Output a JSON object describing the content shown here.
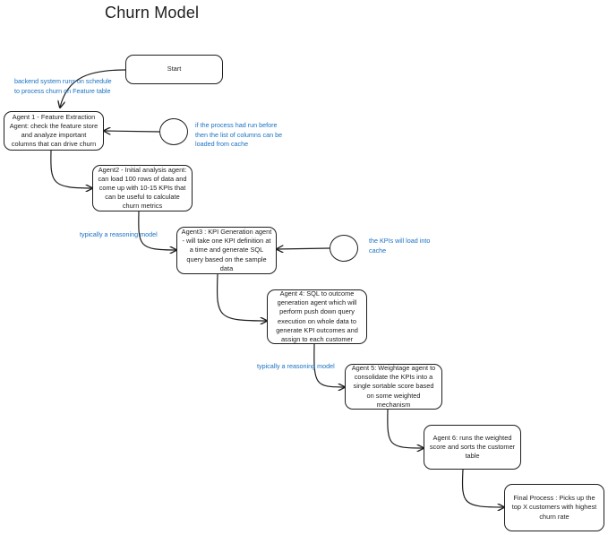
{
  "title": "Churn Model",
  "nodes": {
    "start": "Start",
    "agent1": "Agent 1 - Feature Extraction Agent: check the feature store and analyze important columns that can drive churn",
    "agent2": "Agent2 - Initial analysis agent: can load 100 rows of data and come up with 10-15 KPIs that can be useful to calculate churn metrics",
    "agent3": "Agent3 : KPI Generation agent - will take one KPI definition at a time and generate SQL query based on the sample data",
    "agent4": "Agent 4: SQL to outcome generation agent which will perform push down query execution on whole data to generate KPI outcomes and assign to each customer",
    "agent5": "Agent 5: Weightage agent to consolidate the KPIs into a single sortable score based on some weighted mechanism",
    "agent6": "Agent 6: runs the weighted score and sorts the customer table",
    "final": "Final Process : Picks up the top X customers with highest churn rate"
  },
  "notes": {
    "backend_line1": "backend system runs on schedule",
    "backend_line2": "to process churn on Feature table",
    "cache_line1": "if the process had run before",
    "cache_line2": "then the list of columns can be",
    "cache_line3": "loaded from cache",
    "reasoning1": "typically a reasoning model",
    "kpi_line1": "the KPIs will load into",
    "kpi_line2": "cache",
    "reasoning2": "typically a reasoning model"
  },
  "colors": {
    "stroke": "#1e1e1e",
    "note_text": "#1971c2",
    "background": "#ffffff"
  }
}
